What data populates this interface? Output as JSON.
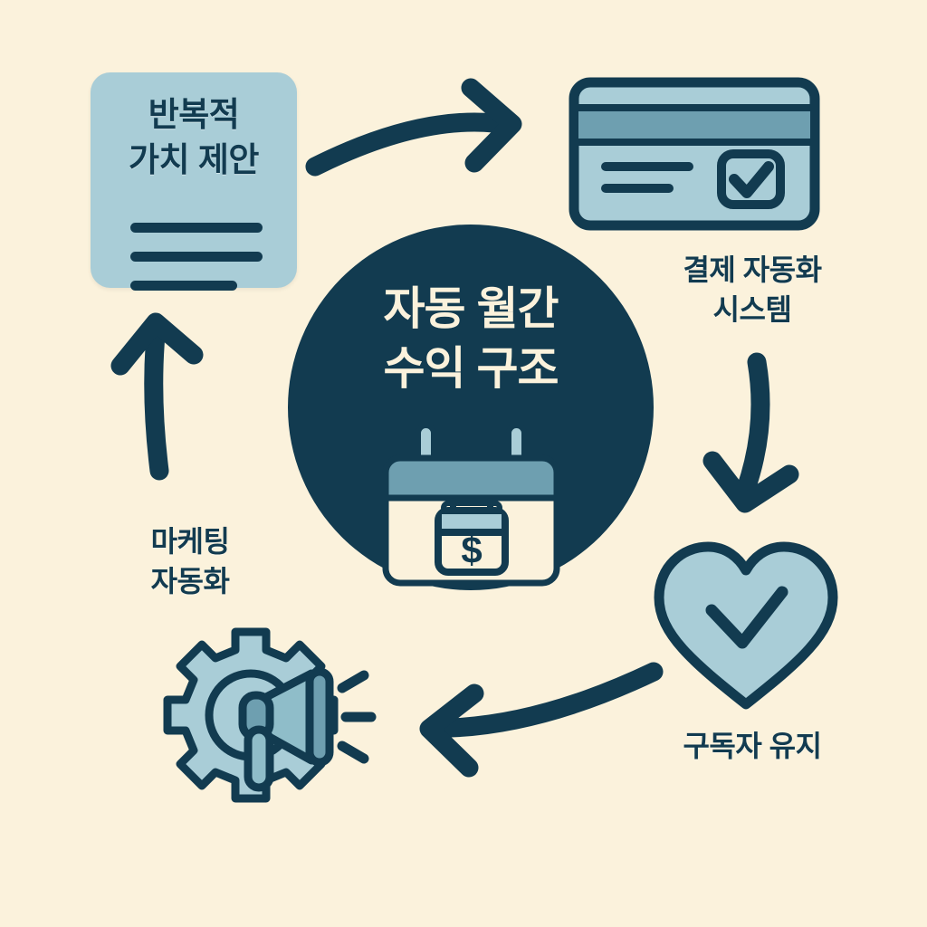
{
  "diagram": {
    "background_color": "#fbf2dc",
    "ink_color": "#123b50",
    "accent_color": "#a9cdd7",
    "accent_dark_color": "#6e9fb0",
    "paper_color": "#fbf2dc",
    "center": {
      "title_line1": "자동 월간",
      "title_line2": "수익 구조",
      "icon": "calendar-dollar-icon"
    },
    "nodes": [
      {
        "id": "value-proposition",
        "label_line1": "반복적",
        "label_line2": "가치 제안",
        "icon": "document-card-icon",
        "position": "top-left",
        "label_inside_card": true
      },
      {
        "id": "payment-automation",
        "label_line1": "결제 자동화",
        "label_line2": "시스템",
        "icon": "credit-card-check-icon",
        "position": "top-right",
        "label_inside_card": false
      },
      {
        "id": "subscriber-retention",
        "label_line1": "구독자 유지",
        "label_line2": "",
        "icon": "heart-check-icon",
        "position": "bottom-right",
        "label_inside_card": false
      },
      {
        "id": "marketing-automation",
        "label_line1": "마케팅",
        "label_line2": "자동화",
        "icon": "gear-megaphone-icon",
        "position": "bottom-left",
        "label_inside_card": false
      }
    ],
    "arrows": [
      {
        "id": "arrow-top",
        "direction": "right",
        "from": "value-proposition",
        "to": "payment-automation"
      },
      {
        "id": "arrow-right",
        "direction": "down",
        "from": "payment-automation",
        "to": "subscriber-retention"
      },
      {
        "id": "arrow-bottom",
        "direction": "left",
        "from": "subscriber-retention",
        "to": "marketing-automation"
      },
      {
        "id": "arrow-left",
        "direction": "up",
        "from": "marketing-automation",
        "to": "value-proposition"
      }
    ],
    "document_lines": 3,
    "calendar_symbol": "$"
  }
}
